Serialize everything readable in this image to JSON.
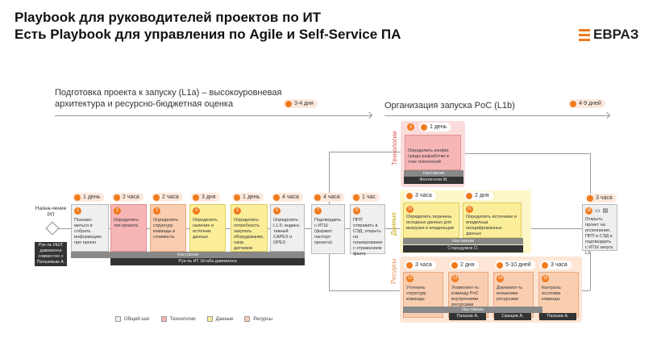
{
  "title": {
    "line1": "Playbook для руководителей проектов по ИТ",
    "line2": "Есть Playbook для управления по Agile и Self-Service ПА"
  },
  "logo": "ЕВРАЗ",
  "phases": [
    {
      "title": "Подготовка проекта к запуску (L1a) – высокоуровневая архитектура и ресурсно-бюджетная оценка",
      "duration": "3-4 дня"
    },
    {
      "title": "Организация запуска PoC (L1b)",
      "duration": "4-9 дней"
    }
  ],
  "start": {
    "label": "Назна-чение РП",
    "owner": "Рук-ль ИШТ дивизиона совместно с Папшевым А."
  },
  "steps": [
    {
      "num": "1",
      "duration": "1 день",
      "text": "Познако-миться и собрать информацию про проект",
      "type": "general"
    },
    {
      "num": "2",
      "duration": "2 часа",
      "text": "Определить тип проекта",
      "type": "tech"
    },
    {
      "num": "3",
      "duration": "2 часа",
      "text": "Определить структуру команды и стоимость",
      "type": "res"
    },
    {
      "num": "4",
      "duration": "3 дня",
      "text": "Определить наличие и источник данных",
      "type": "data"
    },
    {
      "num": "5",
      "duration": "1 день",
      "text": "Определить потребность закупать оборудование, напр. датчиков",
      "type": "data"
    },
    {
      "num": "6",
      "duration": "4 часа",
      "text": "Определить L1.6: индика-тивный CAPEX и OPEX",
      "type": "general"
    },
    {
      "num": "7",
      "duration": "4 часа",
      "text": "Подтвердить с ИТШ (формат: паспорт проекта)",
      "type": "general"
    },
    {
      "num": "8",
      "duration": "1 час",
      "text": "ПРП отправить в СЭД, открыть на планирование с отражением факта",
      "type": "general"
    }
  ],
  "bars": {
    "mentor": "Наставник",
    "l1a_owner": "Рук-ль ИТ Штаба дивизиона"
  },
  "tech": {
    "label": "Технологии",
    "num": "9",
    "duration": "1 день",
    "text": "Определить конфиг. среды разработки и стек технологий",
    "mentor": "Наставник",
    "owner": "Феопентов М."
  },
  "data": {
    "label": "Данные",
    "mentor": "Наставник",
    "owner": "Стародумов О.",
    "steps": [
      {
        "num": "10",
        "duration": "3 часа",
        "text": "Определить перечень исходных данных для выгрузки и владельцев"
      },
      {
        "num": "11",
        "duration": "2 дня",
        "text": "Определить источники и владельца неоцифрованных данных"
      }
    ]
  },
  "resources": {
    "label": "Ресурсы",
    "mentor": "Наставник",
    "steps": [
      {
        "num": "12",
        "duration": "3 часа",
        "text": "Уточнить структуру команды"
      },
      {
        "num": "13",
        "duration": "2 дня",
        "text": "Укомплект-ть команду PoC внутренними ресурсами",
        "owner": "Папшев А."
      },
      {
        "num": "14",
        "duration": "5-10 дней",
        "text": "Доукомпл-ть внешними ресурсами",
        "owner": "Свищев А."
      },
      {
        "num": "15",
        "duration": "3 часа",
        "text": "Контроль иссотава команды",
        "owner": "Папшев А."
      }
    ]
  },
  "final": {
    "num": "16",
    "duration": "3 часа",
    "text": "Открыть проект на исполнение, ПРП в СЭД и подтвердить с ИТШ запуск L2"
  },
  "legend": [
    "Общий шаг",
    "Технологии",
    "Данные",
    "Ресурсы"
  ]
}
